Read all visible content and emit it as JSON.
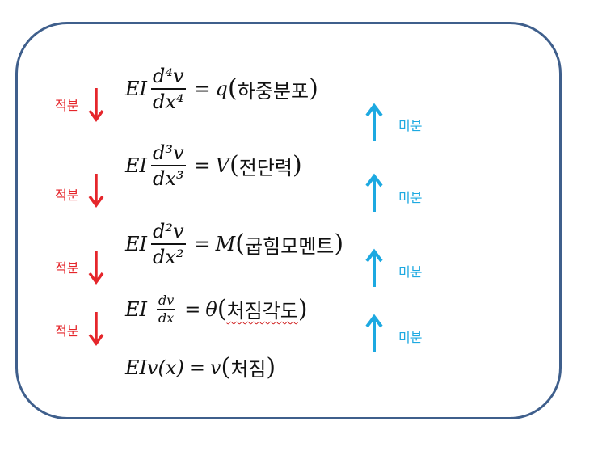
{
  "labels": {
    "integrate": "적분",
    "differentiate": "미분"
  },
  "colors": {
    "border": "#3f5f8c",
    "integrate_arrow": "#e5262b",
    "differentiate_arrow": "#1da9e1"
  },
  "equations": [
    {
      "lhs": "EI",
      "num": "d⁴v",
      "den": "dx⁴",
      "eq": "=",
      "rhs": "q",
      "name": "하중분포"
    },
    {
      "lhs": "EI",
      "num": "d³v",
      "den": "dx³",
      "eq": "=",
      "rhs": "V",
      "name": "전단력"
    },
    {
      "lhs": "EI",
      "num": "d²v",
      "den": "dx²",
      "eq": "=",
      "rhs": "M",
      "name": "굽힘모멘트"
    },
    {
      "lhs": "EI",
      "num": "dv",
      "den": "dx",
      "eq": "=",
      "rhs": "θ",
      "name": "처짐각도"
    },
    {
      "lhs": "EIv(x)",
      "eq": "=",
      "rhs": "v",
      "name": "처짐"
    }
  ]
}
